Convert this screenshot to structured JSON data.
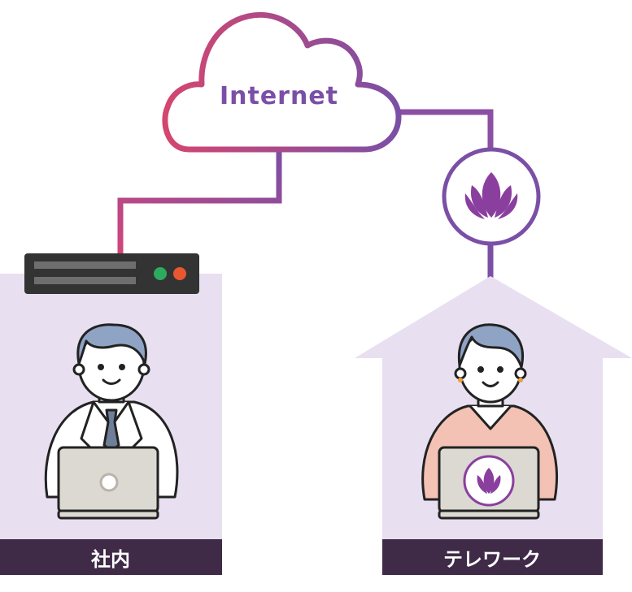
{
  "cloud": {
    "label": "Internet"
  },
  "office": {
    "label": "社内"
  },
  "home": {
    "label": "テレワーク"
  },
  "colors": {
    "line_start": "#d0457a",
    "line_end": "#7b4fa6",
    "cloud_text": "#7b4fa6",
    "lotus": "#8a3f9e",
    "panel_fill": "#e8dff0",
    "label_bar": "#3f2b47",
    "server_body": "#333333",
    "server_led_green": "#2eaa5e",
    "server_led_orange": "#e8572f",
    "hair": "#8fa3c4",
    "skin": "#ffffff",
    "shirt_pink": "#f3c2b4",
    "laptop": "#dcd8d2"
  },
  "icons": {
    "cloud": "cloud-icon",
    "server": "server-icon",
    "vpn": "lotus-icon",
    "office_worker": "businessman-icon",
    "home_worker": "teleworker-icon"
  }
}
